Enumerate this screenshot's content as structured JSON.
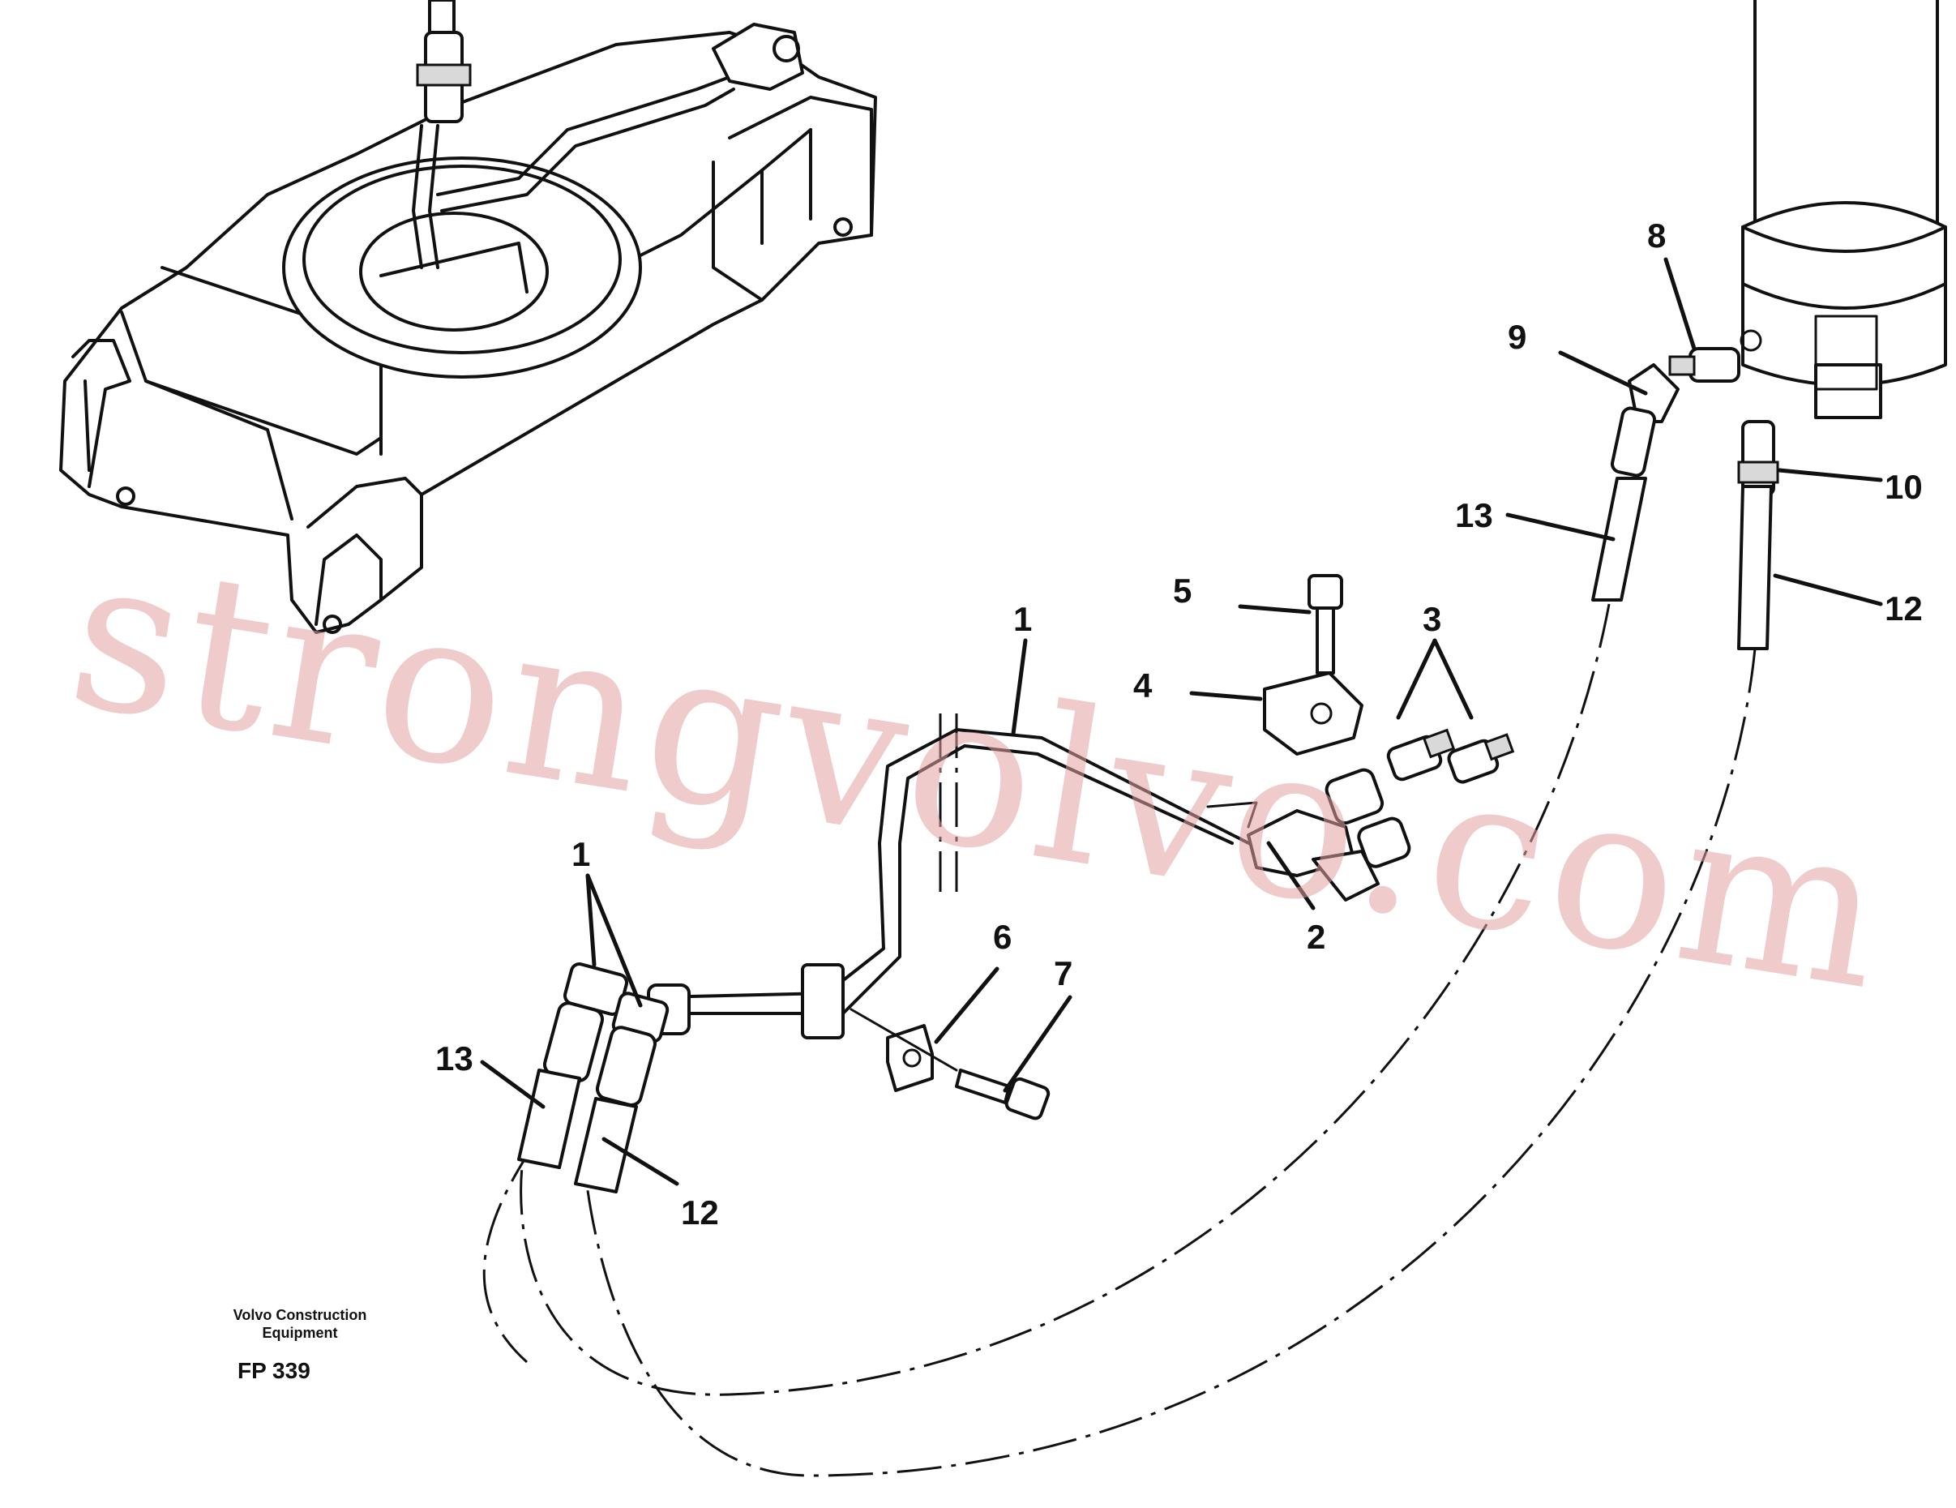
{
  "callouts": {
    "c1a": "1",
    "c1b": "1",
    "c2": "2",
    "c3": "3",
    "c4": "4",
    "c5": "5",
    "c6": "6",
    "c7": "7",
    "c8": "8",
    "c9": "9",
    "c10": "10",
    "c12a": "12",
    "c12b": "12",
    "c13a": "13",
    "c13b": "13"
  },
  "caption": {
    "company_line1": "Volvo Construction",
    "company_line2": "Equipment",
    "code": "FP 339"
  },
  "watermark": "strongvolvo.com"
}
